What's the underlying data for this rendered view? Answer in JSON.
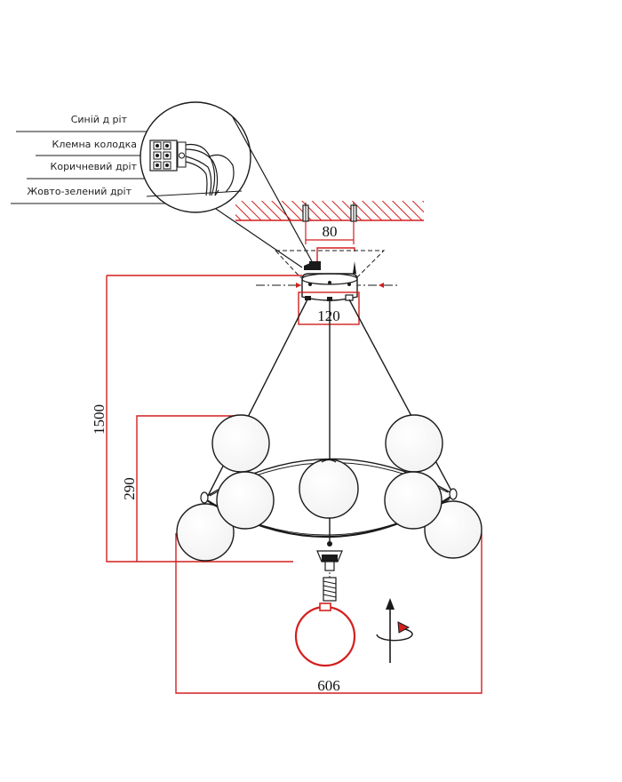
{
  "diagram": {
    "callouts": {
      "blue_wire": "Синій д ріт",
      "terminal_block": "Клемна колодка",
      "brown_wire": "Коричневий дріт",
      "yellow_green_wire": "Жовто-зелений дріт"
    },
    "dimensions": {
      "mount_spacing": "80",
      "canopy_diameter": "120",
      "overall_height": "1500",
      "body_height": "290",
      "overall_width": "606"
    },
    "colors": {
      "dimension_line": "#d41f1f",
      "drawing_line": "#1a1a1a",
      "ceiling_hatch": "#d41f1f"
    },
    "icons": [
      "rotate-install-icon",
      "up-arrow-icon",
      "bulb-outline-icon",
      "terminal-block-icon"
    ]
  }
}
